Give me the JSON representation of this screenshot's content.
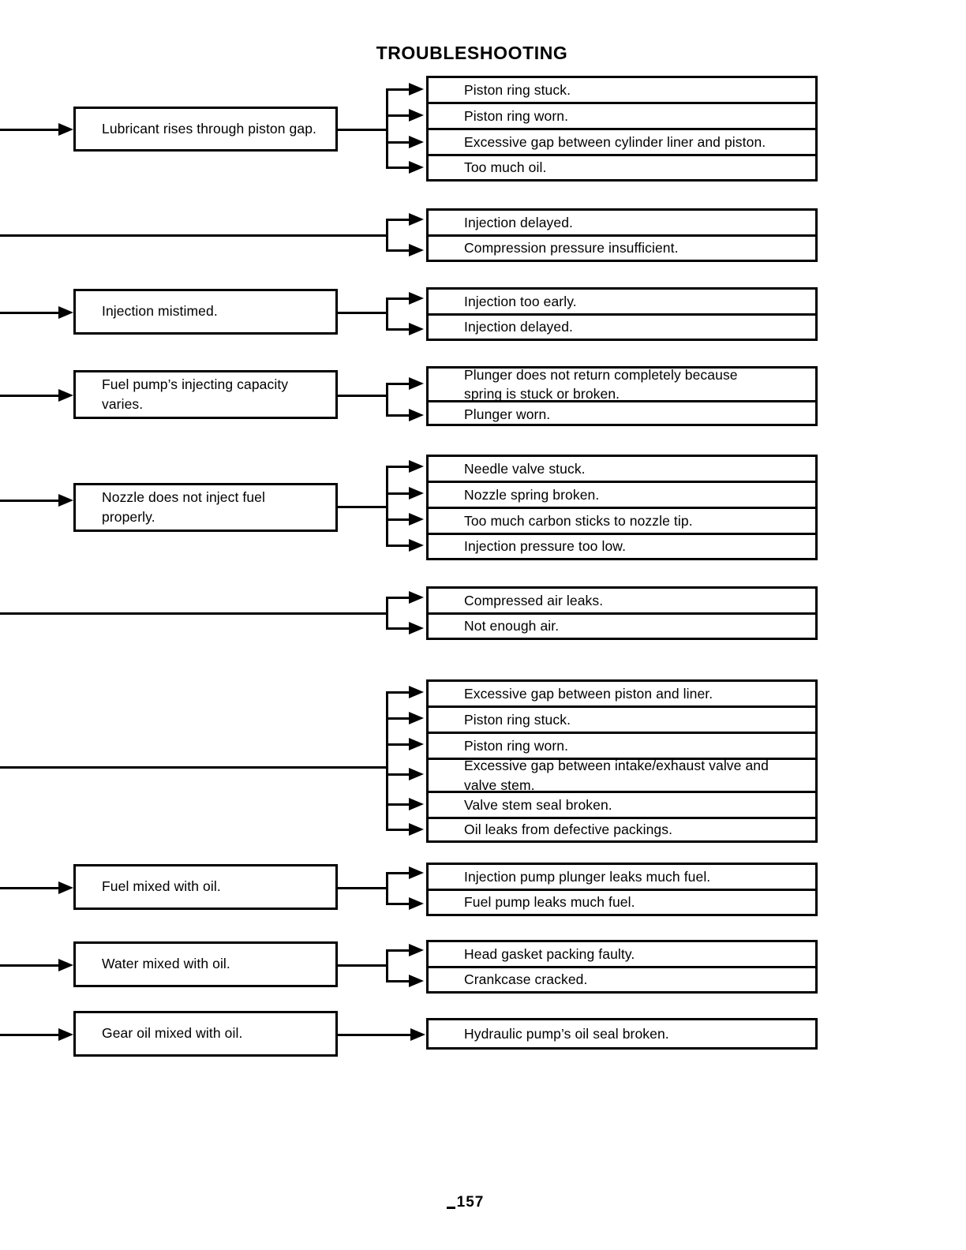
{
  "document": {
    "title": "TROUBLESHOOTING",
    "page_number": "157"
  },
  "chart_data": {
    "type": "diagram",
    "title": "TROUBLESHOOTING",
    "diagram_kind": "cause-and-effect fault tree (left cause box branches into right effect boxes)",
    "groups": [
      {
        "cause": "Lubricant rises through piston gap.",
        "effects": [
          "Piston ring stuck.",
          "Piston ring worn.",
          "Excessive gap between cylinder liner and piston.",
          "Too much oil."
        ]
      },
      {
        "cause": "",
        "effects": [
          "Injection delayed.",
          "Compression pressure insufficient."
        ]
      },
      {
        "cause": "Injection mistimed.",
        "effects": [
          "Injection too early.",
          "Injection delayed."
        ]
      },
      {
        "cause": "Fuel pump’s injecting capacity varies.",
        "effects": [
          "Plunger does not return completely because spring is stuck or broken.",
          "Plunger worn."
        ]
      },
      {
        "cause": "Nozzle does not inject fuel properly.",
        "effects": [
          "Needle valve stuck.",
          "Nozzle spring broken.",
          "Too much carbon sticks to nozzle tip.",
          "Injection pressure too low."
        ]
      },
      {
        "cause": "",
        "effects": [
          "Compressed air leaks.",
          "Not enough air."
        ]
      },
      {
        "cause": "",
        "effects": [
          "Excessive gap between piston and liner.",
          "Piston ring stuck.",
          "Piston ring worn.",
          "Excessive gap between intake/exhaust valve and valve stem.",
          "Valve stem seal broken.",
          "Oil leaks from defective packings."
        ]
      },
      {
        "cause": "Fuel mixed with oil.",
        "effects": [
          "Injection pump plunger leaks much fuel.",
          "Fuel pump leaks much fuel."
        ]
      },
      {
        "cause": "Water mixed with oil.",
        "effects": [
          "Head gasket packing faulty.",
          "Crankcase cracked."
        ]
      },
      {
        "cause": "Gear oil mixed with oil.",
        "effects": [
          "Hydraulic pump’s oil  seal broken."
        ]
      }
    ]
  },
  "groups": [
    {
      "cause": "Lubricant rises through piston gap.",
      "cause_line1": "Lubricant rises through piston gap.",
      "cause_line2": "",
      "effects": [
        {
          "line1": "Piston ring stuck.",
          "line2": ""
        },
        {
          "line1": "Piston ring worn.",
          "line2": ""
        },
        {
          "line1": "Excessive gap between cylinder liner and piston.",
          "line2": ""
        },
        {
          "line1": "Too much oil.",
          "line2": ""
        }
      ]
    },
    {
      "cause": "",
      "effects": [
        {
          "line1": "Injection delayed.",
          "line2": ""
        },
        {
          "line1": "Compression pressure insufficient.",
          "line2": ""
        }
      ]
    },
    {
      "cause": "Injection mistimed.",
      "cause_line1": "Injection mistimed.",
      "cause_line2": "",
      "effects": [
        {
          "line1": "Injection too early.",
          "line2": ""
        },
        {
          "line1": "Injection delayed.",
          "line2": ""
        }
      ]
    },
    {
      "cause": "Fuel pump’s injecting capacity varies.",
      "cause_line1": "Fuel pump’s injecting capacity",
      "cause_line2": "varies.",
      "effects": [
        {
          "line1": "Plunger does not return completely because",
          "line2": "spring is stuck or broken."
        },
        {
          "line1": "Plunger worn.",
          "line2": ""
        }
      ]
    },
    {
      "cause": "Nozzle does not inject fuel properly.",
      "cause_line1": "Nozzle does not inject fuel",
      "cause_line2": "properly.",
      "effects": [
        {
          "line1": "Needle valve stuck.",
          "line2": ""
        },
        {
          "line1": "Nozzle spring broken.",
          "line2": ""
        },
        {
          "line1": "Too much carbon sticks to nozzle tip.",
          "line2": ""
        },
        {
          "line1": "Injection pressure too low.",
          "line2": ""
        }
      ]
    },
    {
      "cause": "",
      "effects": [
        {
          "line1": "Compressed air leaks.",
          "line2": ""
        },
        {
          "line1": "Not enough air.",
          "line2": ""
        }
      ]
    },
    {
      "cause": "",
      "effects": [
        {
          "line1": "Excessive gap between piston and liner.",
          "line2": ""
        },
        {
          "line1": "Piston ring stuck.",
          "line2": ""
        },
        {
          "line1": "Piston ring worn.",
          "line2": ""
        },
        {
          "line1": "Excessive gap between intake/exhaust valve and",
          "line2": "valve stem."
        },
        {
          "line1": "Valve stem seal broken.",
          "line2": ""
        },
        {
          "line1": "Oil leaks from defective packings.",
          "line2": ""
        }
      ]
    },
    {
      "cause": "Fuel mixed with oil.",
      "cause_line1": "Fuel mixed with oil.",
      "cause_line2": "",
      "effects": [
        {
          "line1": "Injection pump plunger leaks much fuel.",
          "line2": ""
        },
        {
          "line1": "Fuel pump leaks much fuel.",
          "line2": ""
        }
      ]
    },
    {
      "cause": "Water mixed with oil.",
      "cause_line1": "Water mixed with oil.",
      "cause_line2": "",
      "effects": [
        {
          "line1": "Head gasket packing faulty.",
          "line2": ""
        },
        {
          "line1": "Crankcase cracked.",
          "line2": ""
        }
      ]
    },
    {
      "cause": "Gear oil mixed with oil.",
      "cause_line1": "Gear oil mixed with oil.",
      "cause_line2": "",
      "effects": [
        {
          "line1": "Hydraulic pump’s oil  seal broken.",
          "line2": ""
        }
      ]
    }
  ]
}
